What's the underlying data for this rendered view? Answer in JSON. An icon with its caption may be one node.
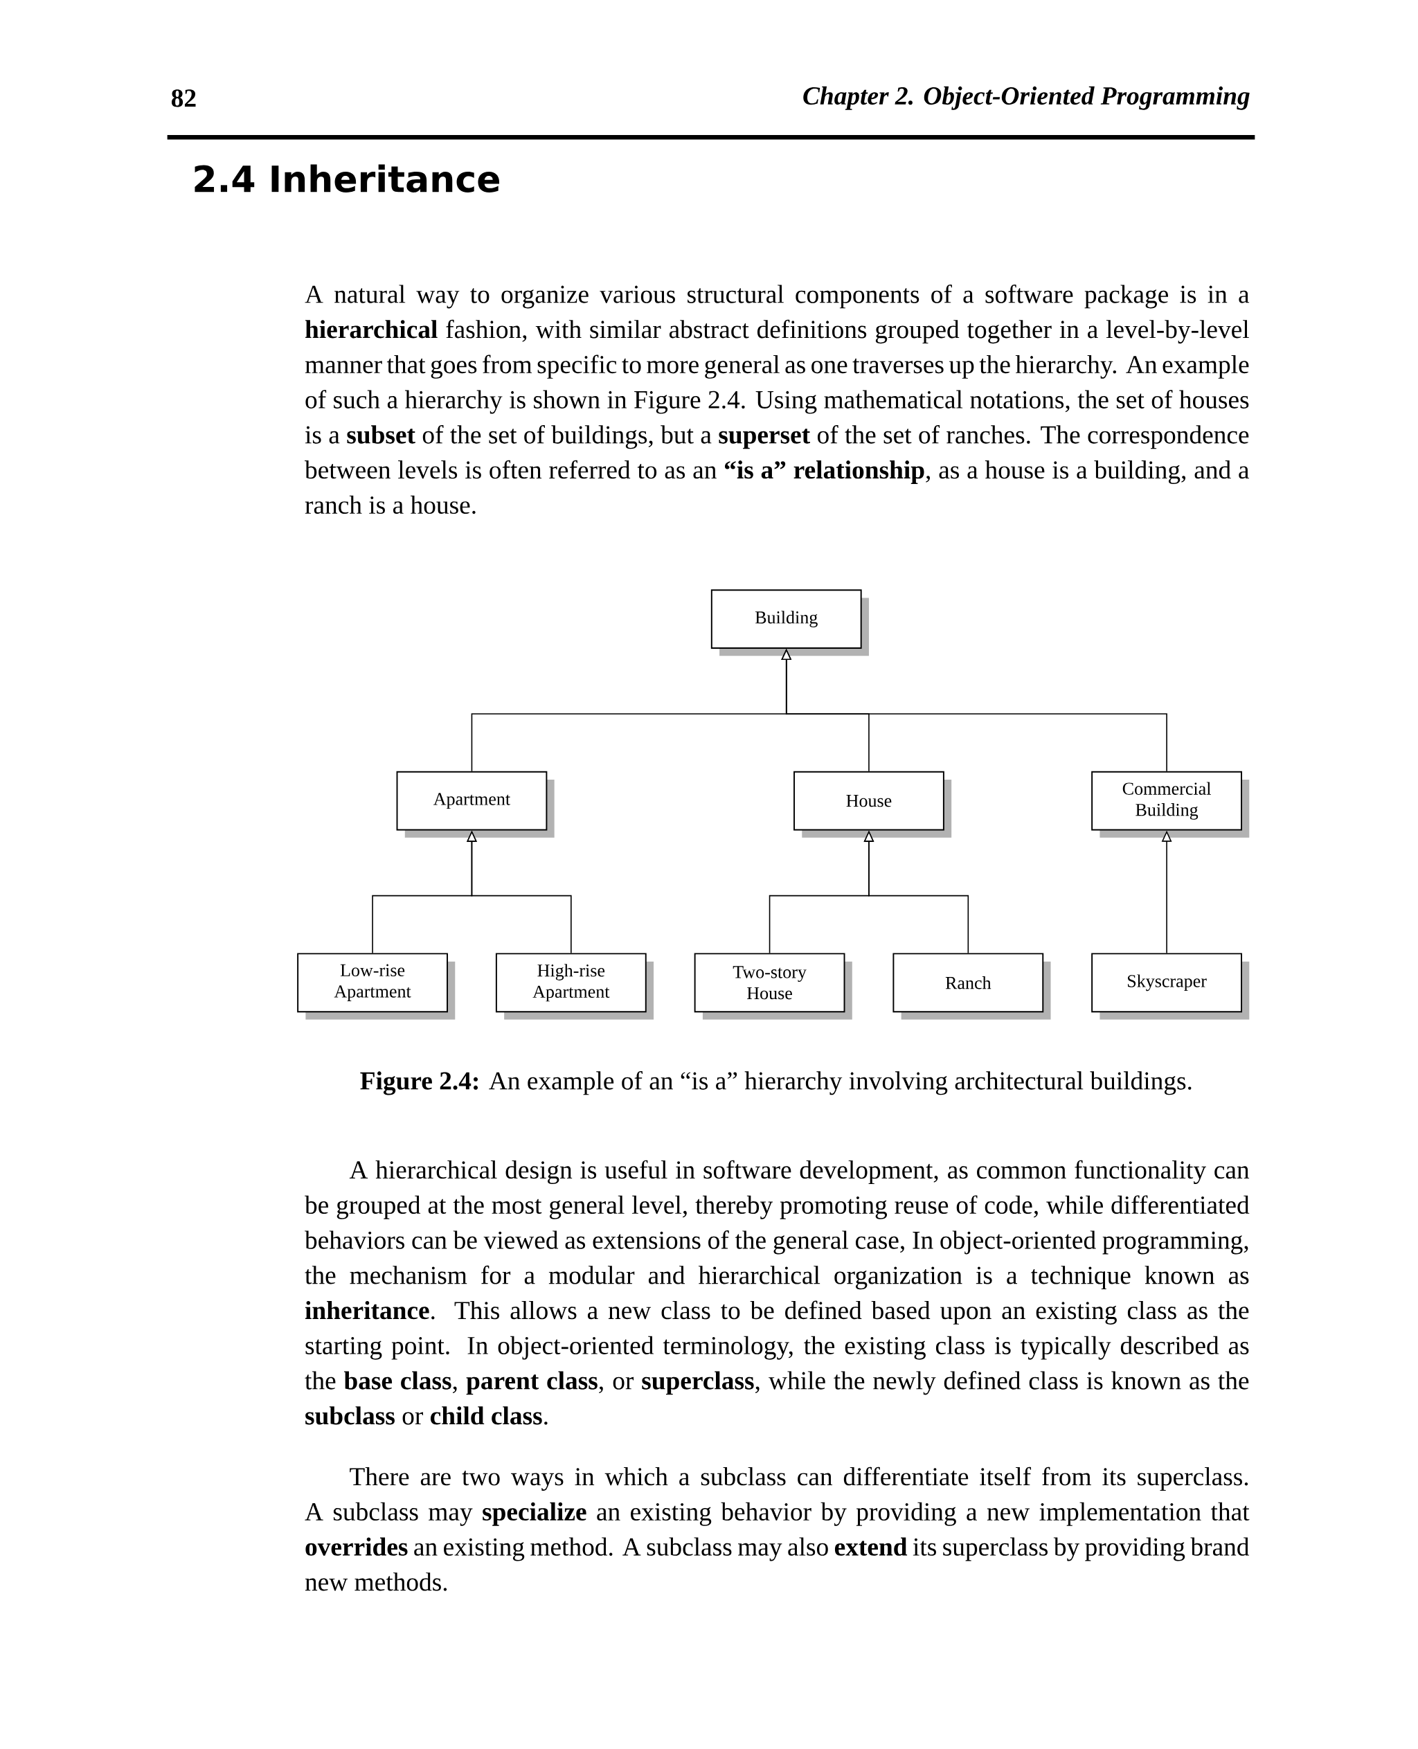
{
  "diagram": {
    "title": "2.4 Inheritance",
    "caption": "**Figure 2.4:** An example of an “is a” hierarchy involving architectural buildings.",
    "nodes": [
      {
        "text": [
          "Building"
        ]
      },
      {
        "text": [
          "Apartment"
        ]
      },
      {
        "text": [
          "House"
        ]
      },
      {
        "text": [
          "Commercial Building"
        ]
      },
      {
        "text": [
          "Low-rise Apartment"
        ]
      },
      {
        "text": [
          "High-rise Apartment"
        ]
      },
      {
        "text": [
          "Two-story House"
        ]
      },
      {
        "text": [
          "Ranch"
        ]
      },
      {
        "text": [
          "Skyscraper"
        ]
      }
    ],
    "edges": [
      {
        "from": 1,
        "to": 0,
        "arrow": "to"
      },
      {
        "from": 2,
        "to": 0,
        "arrow": "to"
      },
      {
        "from": 3,
        "to": 0,
        "arrow": "to"
      },
      {
        "from": 4,
        "to": 1,
        "arrow": "to"
      },
      {
        "from": 5,
        "to": 1,
        "arrow": "to"
      },
      {
        "from": 6,
        "to": 2,
        "arrow": "to"
      },
      {
        "from": 7,
        "to": 2,
        "arrow": "to"
      },
      {
        "from": 8,
        "to": 3,
        "arrow": "to"
      }
    ],
    "labels": [
      "82",
      "Chapter 2. Object-Oriented Programming",
      "A natural way to organize various structural components of a software package is in a **hierarchical** fashion, with similar abstract definitions grouped together in a level-by-level manner that goes from specific to more general as one traverses up the hierarchy. An example of such a hierarchy is shown in Figure 2.4. Using mathematical notations, the set of houses is a **subset** of the set of buildings, but a **superset** of the set of ranches. The correspondence between levels is often referred to as an **“is a” relationship**, as a house is a building, and a ranch is a house.",
      "A hierarchical design is useful in software development, as common functionality can be grouped at the most general level, thereby promoting reuse of code, while differentiated behaviors can be viewed as extensions of the general case, In object-oriented programming, the mechanism for a modular and hierarchical organization is a technique known as **inheritance**. This allows a new class to be defined based upon an existing class as the starting point. In object-oriented terminology, the existing class is typically described as the **base class**, **parent class**, or **superclass**, while the newly defined class is known as the **subclass** or **child class**.",
      "There are two ways in which a subclass can differentiate itself from its superclass. A subclass may **specialize** an existing behavior by providing a new implementation that **overrides** an existing method. A subclass may also **extend** its superclass by providing brand new methods."
    ]
  }
}
